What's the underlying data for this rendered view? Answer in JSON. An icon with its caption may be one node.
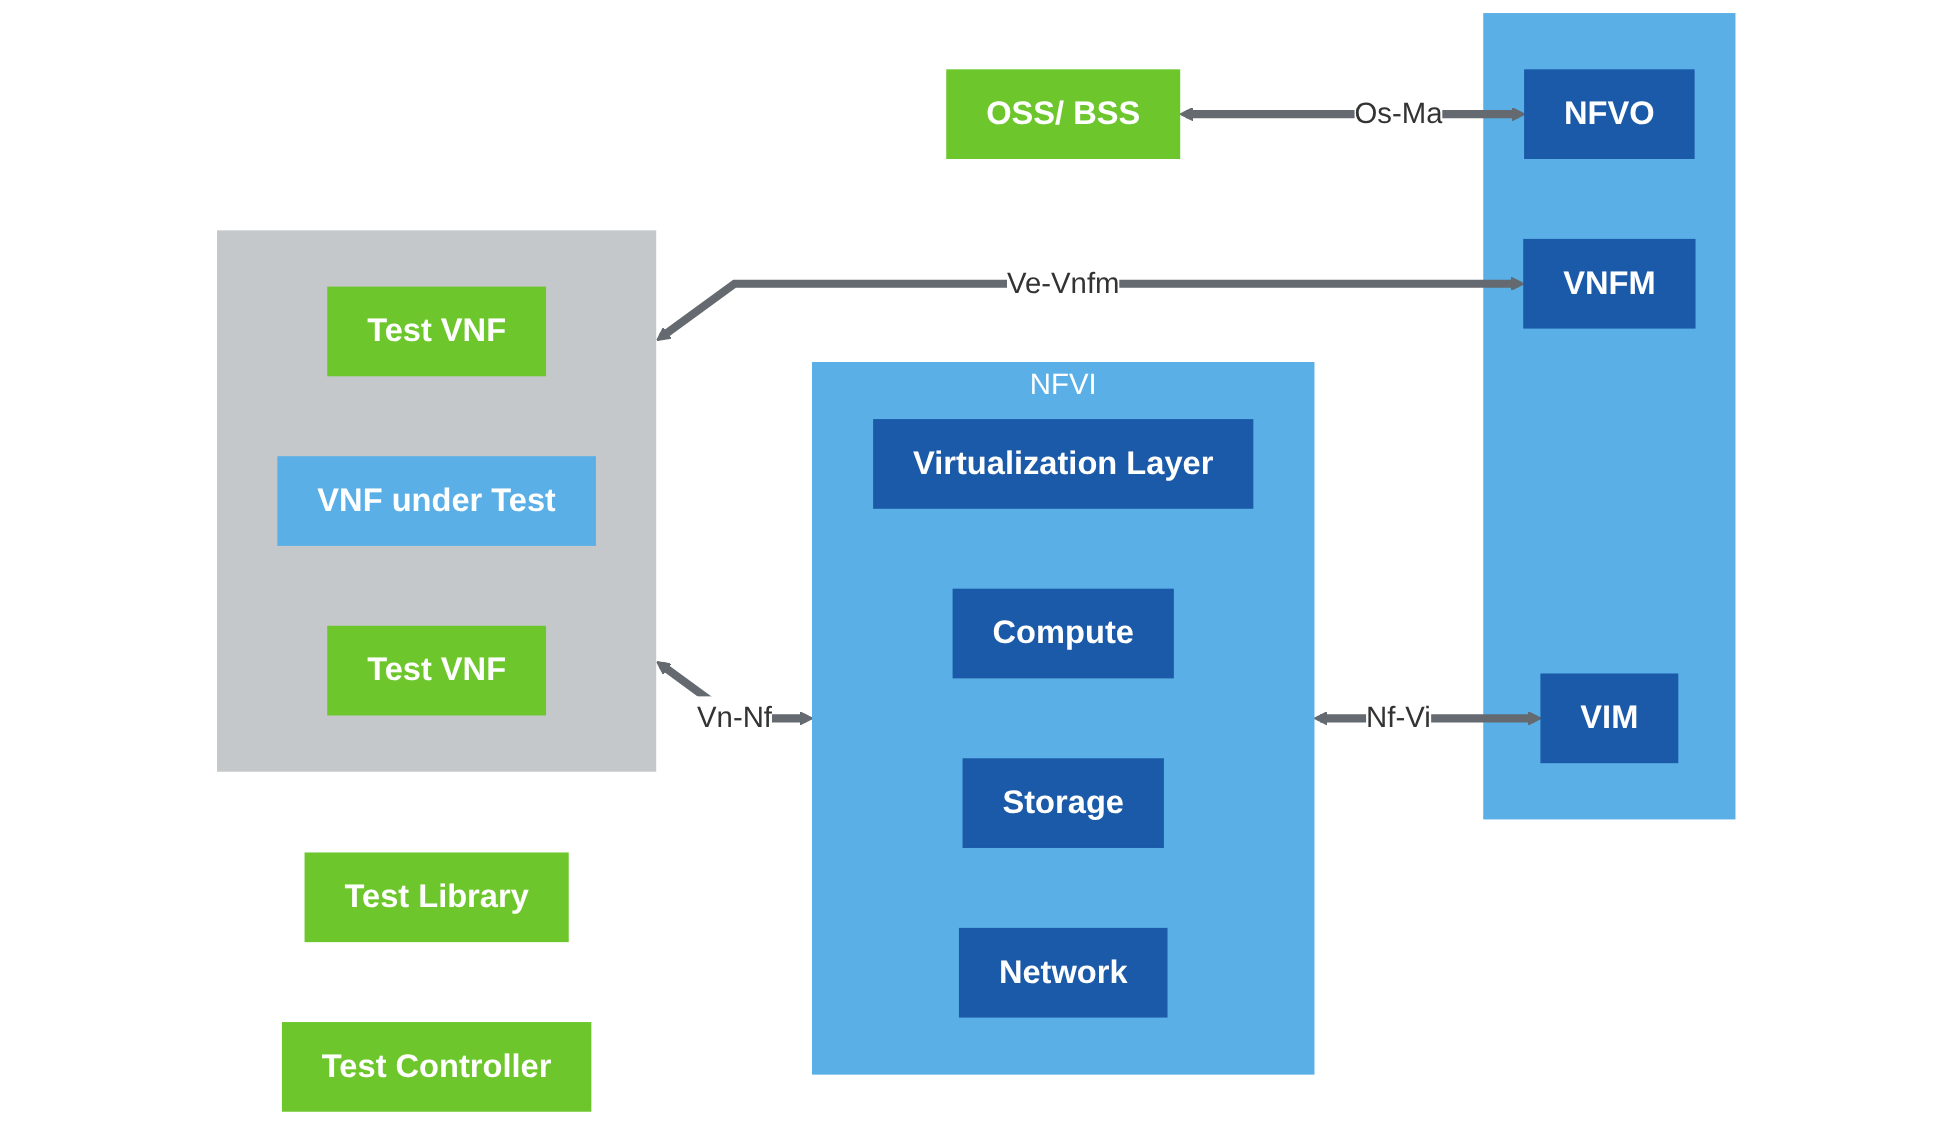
{
  "diagram": {
    "nodes": [
      {
        "text": [
          "Test Library"
        ]
      },
      {
        "text": [
          "Test Controller"
        ]
      },
      {
        "text": [
          "OSS/ BSS"
        ]
      },
      {
        "text": [],
        "shape": "box"
      },
      {
        "text": [
          "Test VNF"
        ],
        "in": 3
      },
      {
        "text": [
          "VNF under Test"
        ],
        "in": 3
      },
      {
        "text": [
          "Test VNF"
        ],
        "in": 3
      },
      {
        "text": [
          "NFVI"
        ]
      },
      {
        "text": [
          "Virtualization Layer"
        ],
        "in": 7
      },
      {
        "text": [
          "Compute"
        ],
        "in": 7
      },
      {
        "text": [
          "Storage"
        ],
        "in": 7
      },
      {
        "text": [
          "Network"
        ],
        "in": 7
      },
      {
        "text": [],
        "shape": "box"
      },
      {
        "text": [
          "NFVO"
        ],
        "in": 12
      },
      {
        "text": [
          "VNFM"
        ],
        "in": 12
      },
      {
        "text": [
          "VIM"
        ],
        "in": 12
      }
    ],
    "edges": [
      {
        "from": 2,
        "to": 13,
        "arrow": "both",
        "label": "Os-Ma"
      },
      {
        "from": 3,
        "to": 14,
        "arrow": "both",
        "label": "Ve-Vnfm"
      },
      {
        "from": 3,
        "to": 7,
        "arrow": "both",
        "label": "Vn-Nf"
      },
      {
        "from": 7,
        "to": 15,
        "arrow": "both",
        "label": "Nf-Vi"
      }
    ]
  }
}
